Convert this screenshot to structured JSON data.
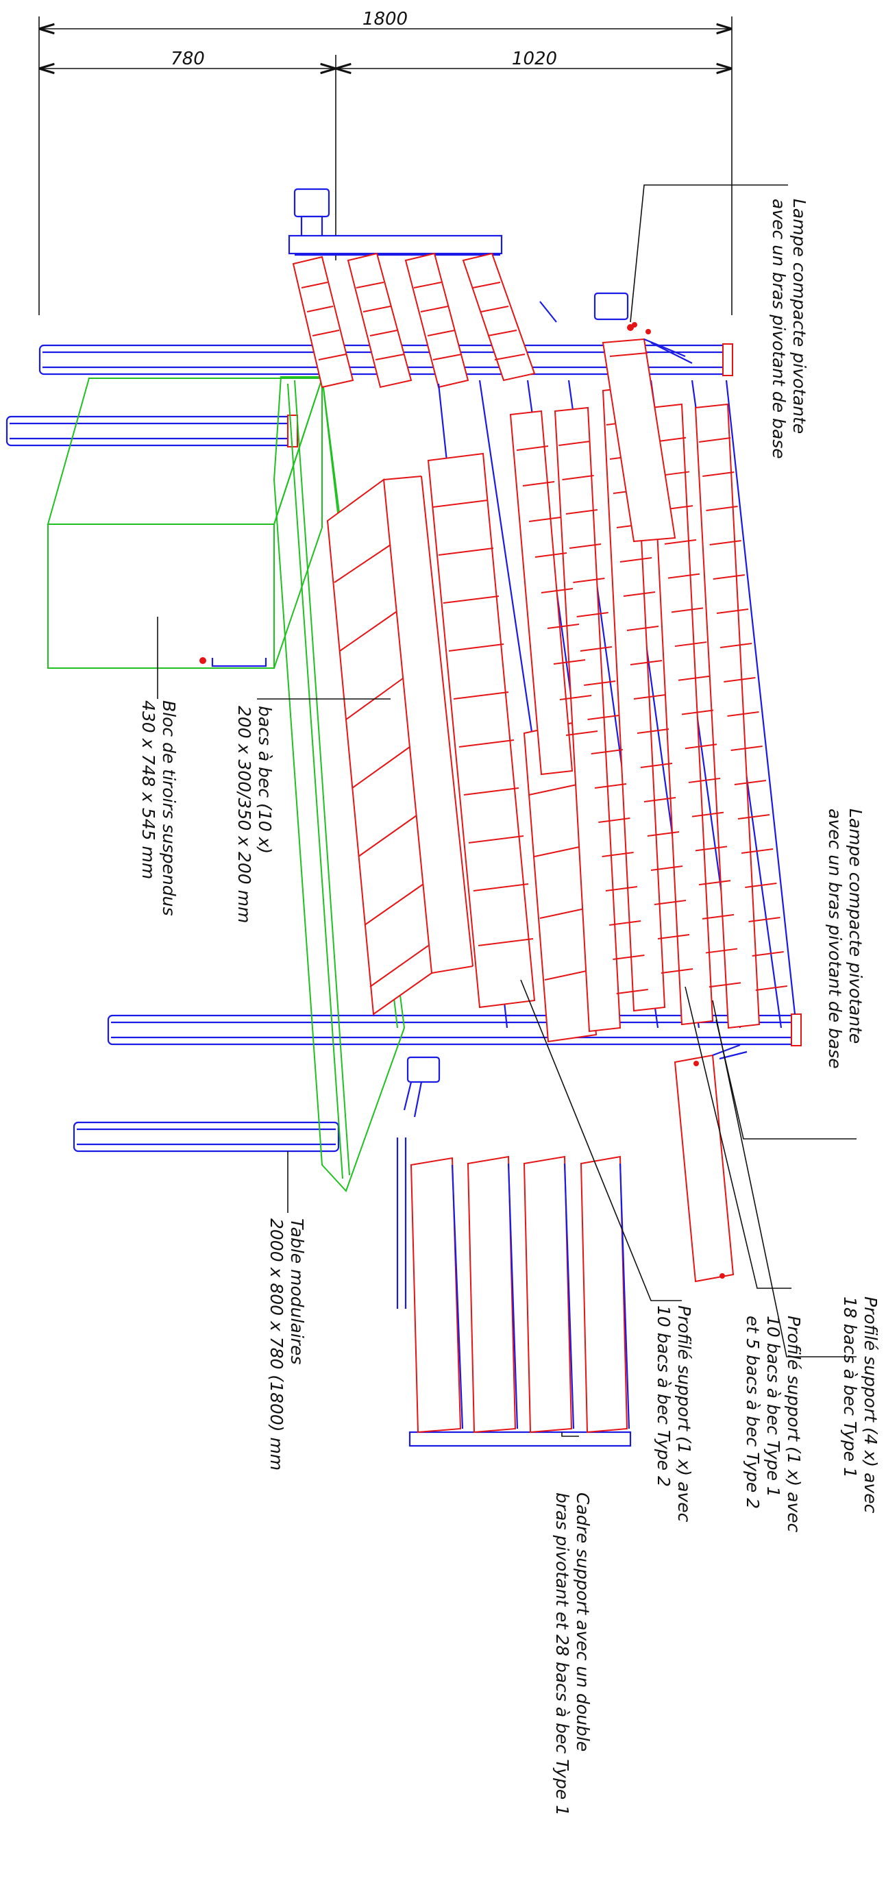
{
  "dimensions": {
    "overall": "1800",
    "left_section": "780",
    "right_section": "1020"
  },
  "labels": {
    "lamp_top_line1": "Lampe compacte pivotante",
    "lamp_top_line2": "avec un bras pivotant de base",
    "lamp_mid_line1": "Lampe compacte pivotante",
    "lamp_mid_line2": "avec un bras pivotant de base",
    "profile_4x_line1": "Profilé support (4 x) avec",
    "profile_4x_line2": "18 bacs à bec Type 1",
    "profile_1x_a_line1": "Profilé support (1 x) avec",
    "profile_1x_a_line2": "10 bacs à bec Type 1",
    "profile_1x_a_line3": "et 5 bacs à bec Type 2",
    "profile_1x_b_line1": "Profilé support (1 x) avec",
    "profile_1x_b_line2": "10 bacs à bec Type 2",
    "frame_line1": "Cadre support avec un double",
    "frame_line2": "bras pivotant et 28 bacs à bec Type 1",
    "table_line1": "Table modulaires",
    "table_line2": "2000 x 800 x 780 (1800) mm",
    "bins_line1": "bacs à bec (10 x)",
    "bins_line2": "200 x 300/350 x 200 mm",
    "drawer_line1": "Bloc de tiroirs suspendus",
    "drawer_line2": "430 x 748 x 545 mm"
  },
  "colors": {
    "structure": "#1a1ae6",
    "bins": "#e61414",
    "table_and_drawer": "#20c020",
    "leaders": "#111111"
  }
}
